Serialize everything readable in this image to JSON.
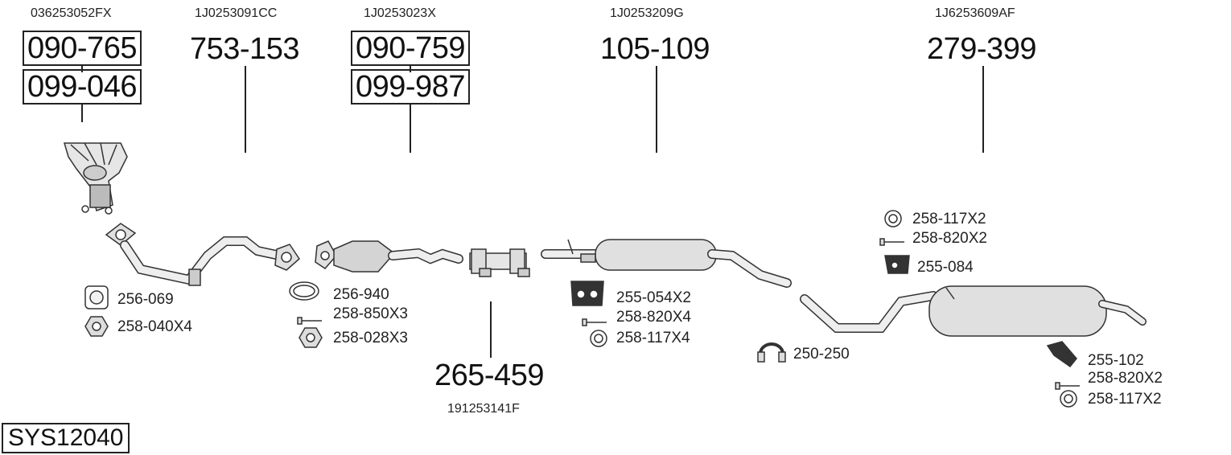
{
  "system_code": "SYS12040",
  "oem_numbers": {
    "manifold": "036253052FX",
    "front_pipe": "1J0253091CC",
    "catalyst": "1J0253023X",
    "middle_silencer": "1J0253209G",
    "rear_silencer": "1J6253609AF",
    "connector": "191253141F"
  },
  "part_numbers": {
    "manifold_1": "090-765",
    "manifold_2": "099-046",
    "front_pipe": "753-153",
    "catalyst_1": "090-759",
    "catalyst_2": "099-987",
    "middle_silencer": "105-109",
    "rear_silencer": "279-399",
    "connector": "265-459"
  },
  "accessories": {
    "gasket_a": "256-069",
    "nut_a": "258-040X4",
    "ring_a": "256-940",
    "bolt_a": "258-850X3",
    "nut_b": "258-028X3",
    "rubber_a": "255-054X2",
    "bolt_b": "258-820X4",
    "washer_b": "258-117X4",
    "clamp": "250-250",
    "washer_c": "258-117X2",
    "bolt_c": "258-820X2",
    "rubber_c": "255-084",
    "rubber_d": "255-102",
    "bolt_d": "258-820X2",
    "washer_d": "258-117X2"
  }
}
